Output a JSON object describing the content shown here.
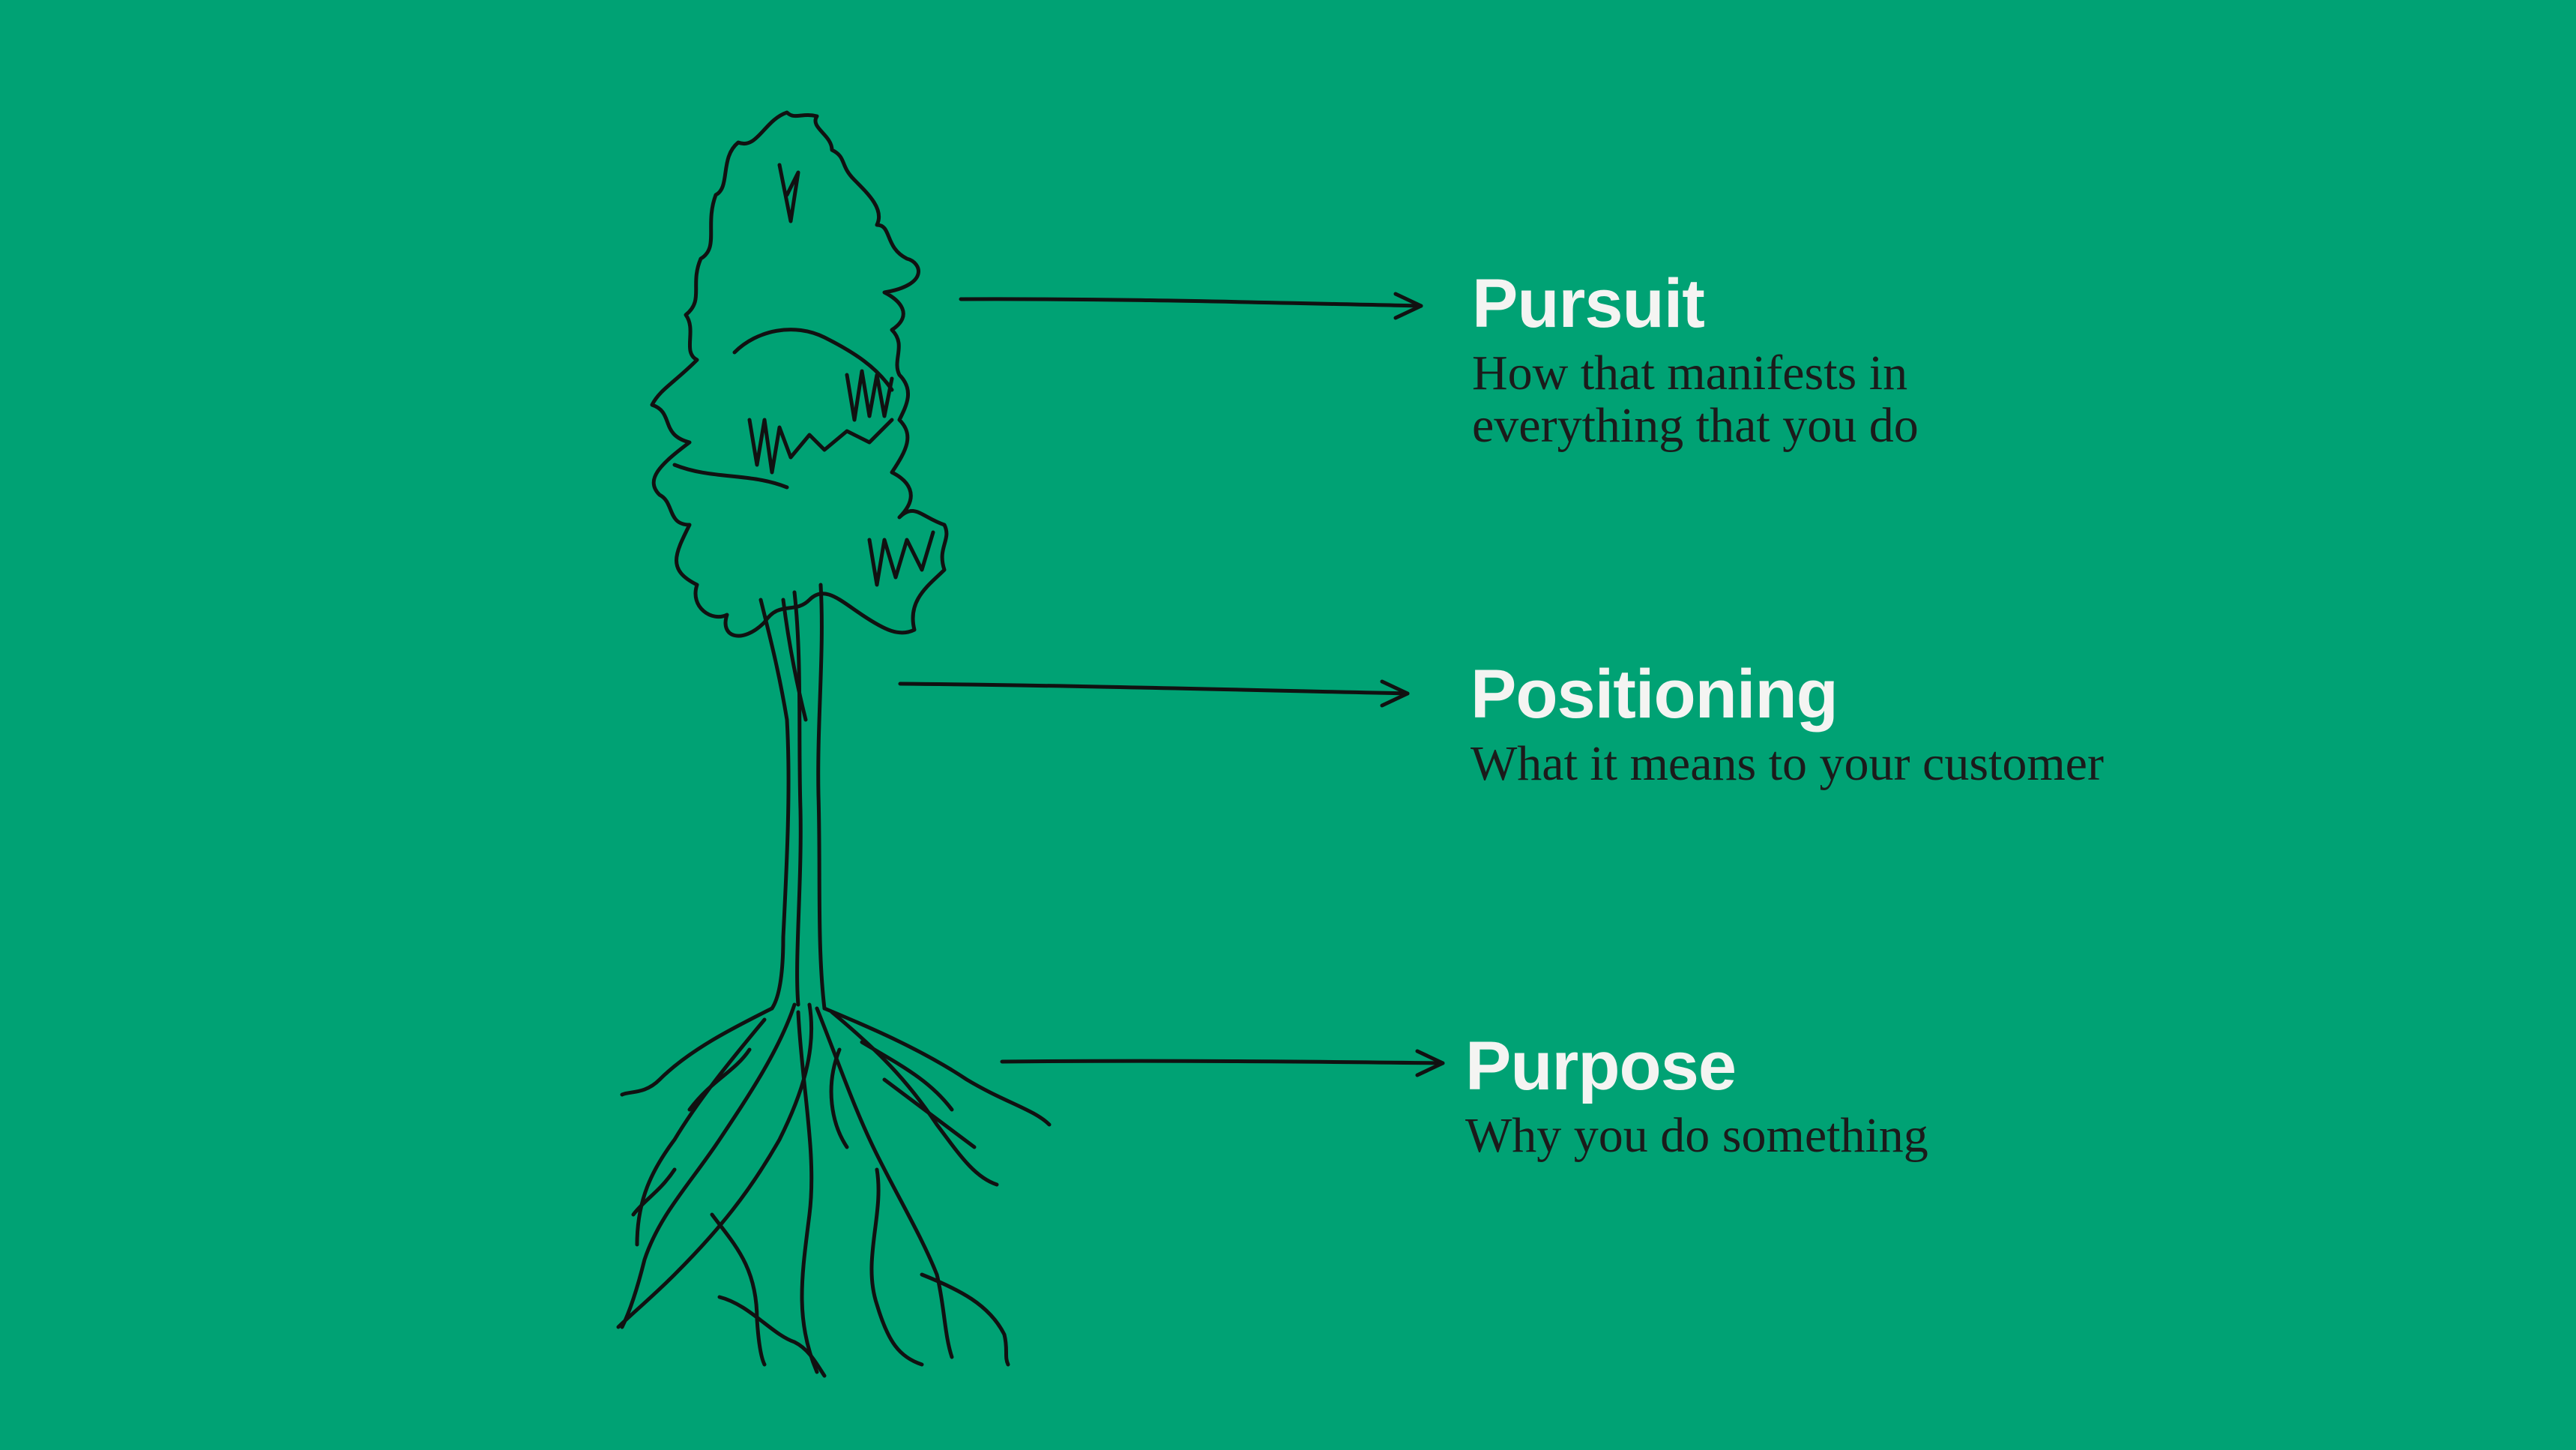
{
  "colors": {
    "background": "#00a274",
    "title": "#f4f4f2",
    "text": "#1b1b1b"
  },
  "levels": [
    {
      "title": "Pursuit",
      "description": "How that manifests in everything that you do"
    },
    {
      "title": "Positioning",
      "description": "What it means to your customer"
    },
    {
      "title": "Purpose",
      "description": "Why you do something"
    }
  ]
}
